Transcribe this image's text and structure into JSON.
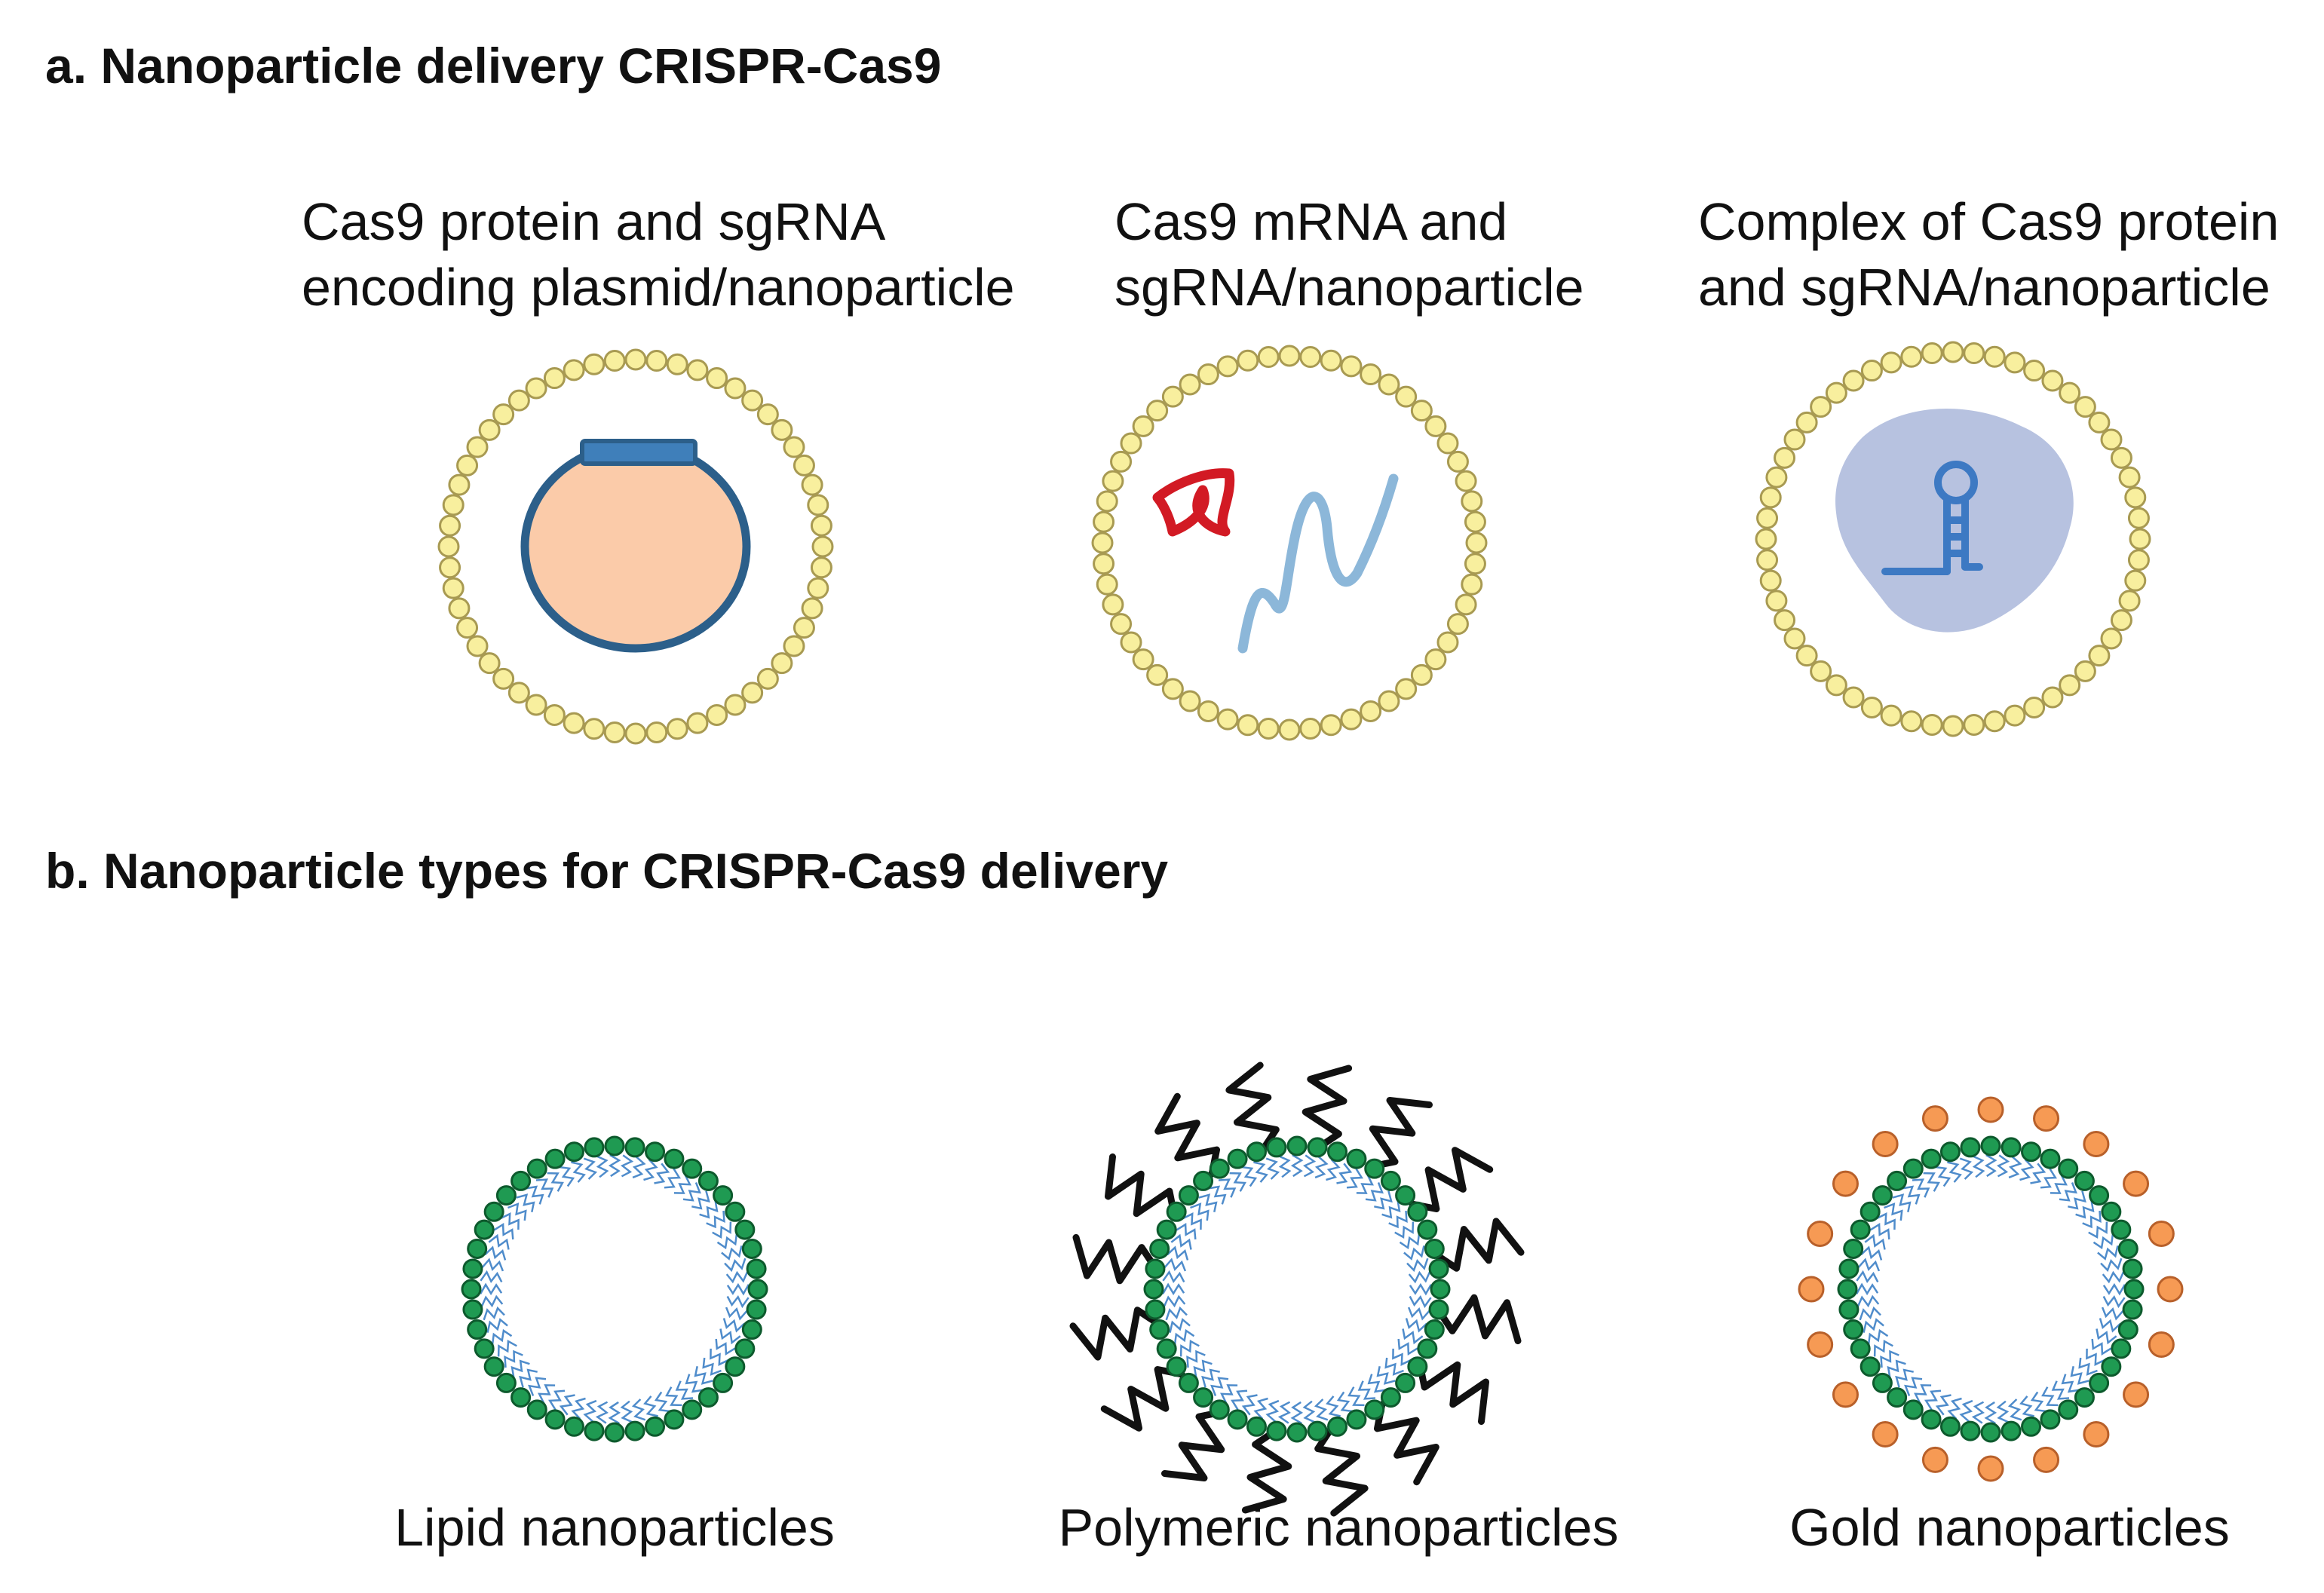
{
  "panel_a": {
    "title": "a. Nanoparticle delivery CRISPR-Cas9",
    "items": [
      {
        "caption_lines": [
          "Cas9 protein and sgRNA",
          "encoding plasmid/nanoparticle"
        ],
        "cargo": "plasmid"
      },
      {
        "caption_lines": [
          "Cas9 mRNA and",
          "sgRNA/nanoparticle"
        ],
        "cargo": "mrna-and-sgrna"
      },
      {
        "caption_lines": [
          "Complex of Cas9 protein",
          "and sgRNA/nanoparticle"
        ],
        "cargo": "ribonucleoprotein"
      }
    ]
  },
  "panel_b": {
    "title": "b. Nanoparticle types for CRISPR-Cas9 delivery",
    "items": [
      {
        "label": "Lipid nanoparticles",
        "surface": "none"
      },
      {
        "label": "Polymeric nanoparticles",
        "surface": "polymer-chains"
      },
      {
        "label": "Gold nanoparticles",
        "surface": "gold-beads"
      }
    ]
  },
  "colors": {
    "text": "#111111",
    "lipid_bead": "#f8ef9e",
    "lipid_bead_stroke": "#a89a52",
    "plasmid_fill": "#fbcba9",
    "plasmid_stroke": "#2c5f8a",
    "plasmid_bar": "#3f7fba",
    "sgrna_red": "#d21a24",
    "mrna_blue": "#8cb7d9",
    "protein_fill": "#b7c2e0",
    "sgrna_blue": "#3d79c3",
    "green_bead": "#1f9a52",
    "green_bead_stroke": "#0d5a2d",
    "tail_blue": "#4f8ccb",
    "polymer_black": "#111111",
    "gold_bead": "#f69a54",
    "gold_bead_stroke": "#b8602a"
  }
}
